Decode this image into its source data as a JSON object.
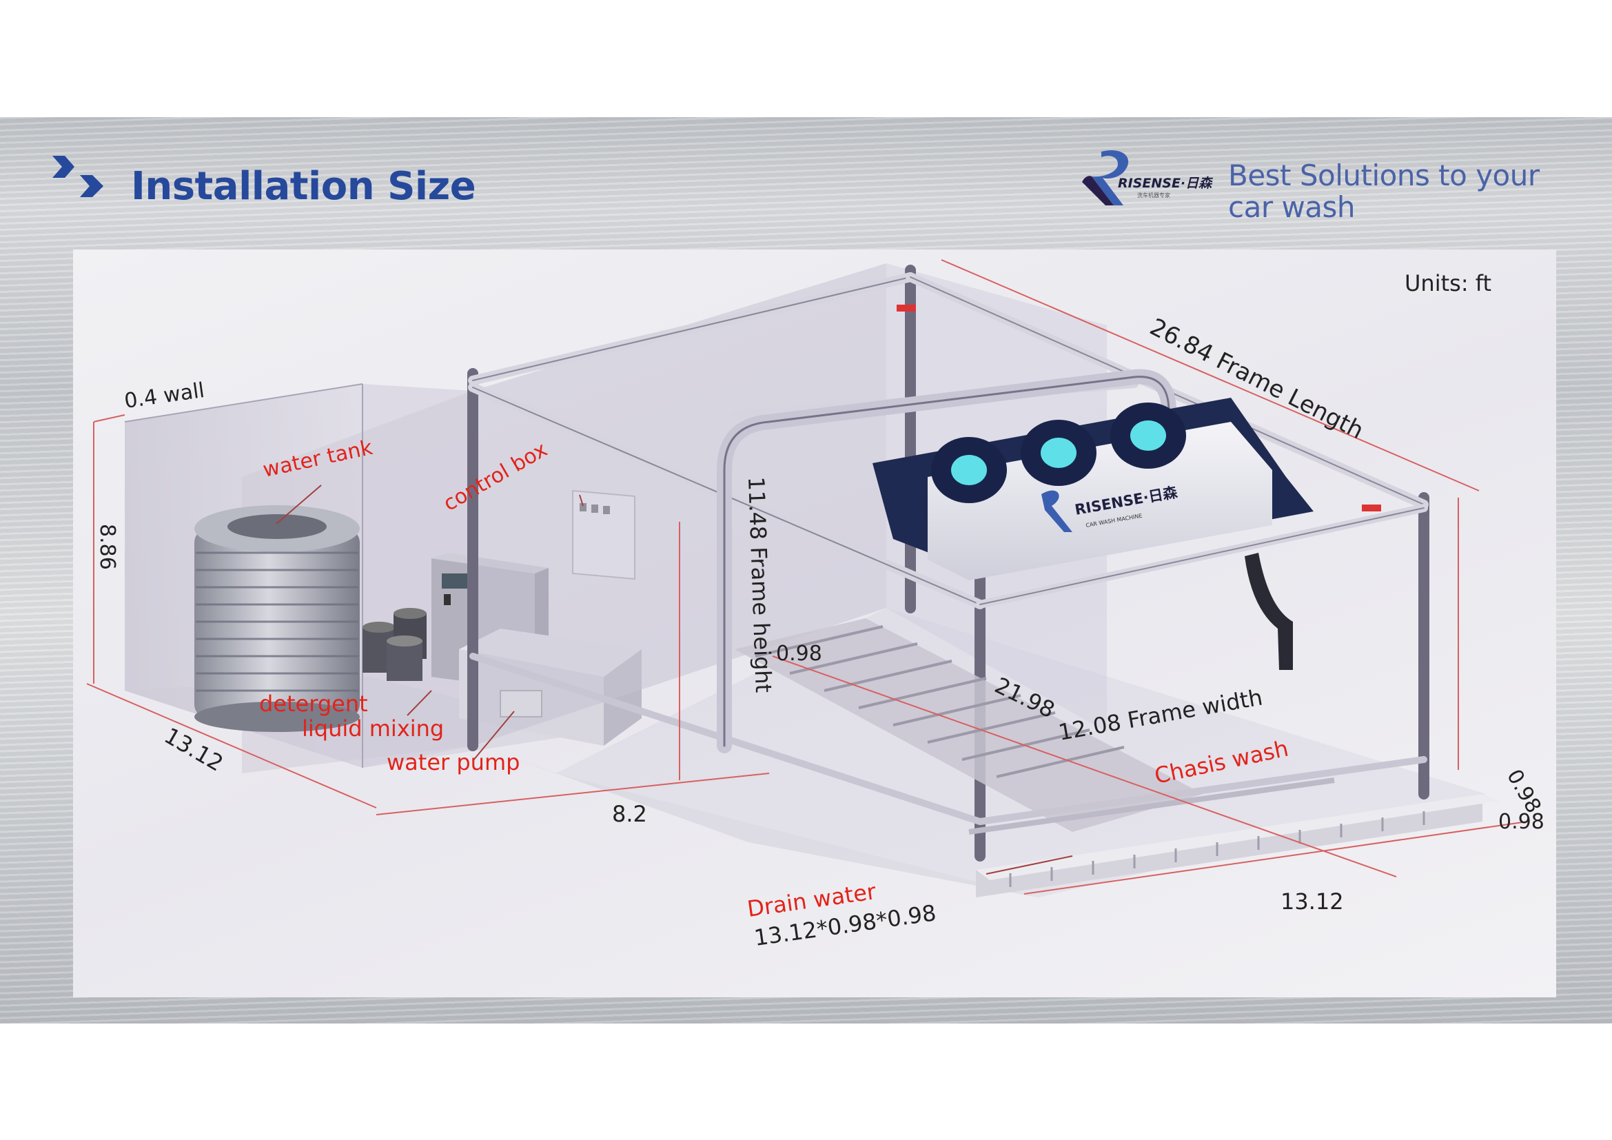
{
  "header": {
    "title": "Installation Size",
    "tagline": "Best Solutions to your car wash",
    "logo_text": "RISENSE·日森",
    "logo_subtext": "洗车机器专家"
  },
  "diagram": {
    "units": "Units: ft",
    "dimensions": {
      "wall": "0.4 wall",
      "room_height": "8.86",
      "room_depth": "13.12",
      "room_width": "8.2",
      "frame_length": "26.84 Frame Length",
      "frame_height": "11.48 Frame height",
      "inner_gap": "0.98",
      "inner_length": "21.98",
      "frame_width": "12.08 Frame width",
      "trench_depth": "0.98",
      "trench_width": "0.98",
      "trench_length": "13.12",
      "drain_size": "13.12*0.98*0.98"
    },
    "components": {
      "water_tank": "water tank",
      "control_box": "control box",
      "detergent": "detergent",
      "liquid_mixing": "liquid mixing",
      "water_pump": "water pump",
      "chasis_wash": "Chasis wash",
      "drain_water": "Drain water"
    },
    "machine_brand": "RISENSE·日森",
    "machine_subtext": "CAR WASH MACHINE"
  },
  "colors": {
    "title_blue": "#26499c",
    "label_red": "#e2231a",
    "frame_gray": "#6e6a7e"
  }
}
